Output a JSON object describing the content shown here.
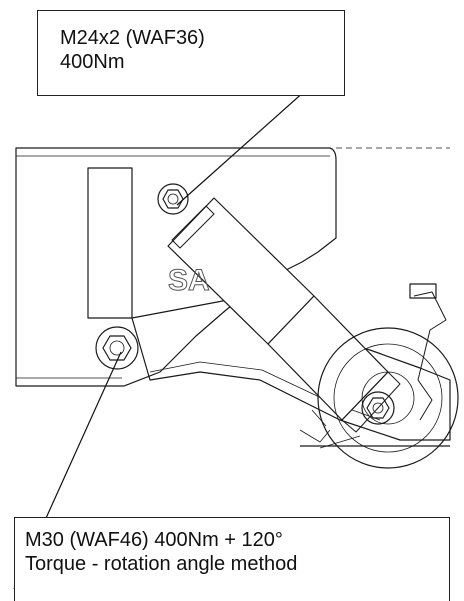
{
  "callouts": {
    "top": {
      "line1": "M24x2 (WAF36)",
      "line2": "400Nm"
    },
    "bottom": {
      "line1": "M30 (WAF46) 400Nm + 120°",
      "line2": "Torque - rotation angle method"
    }
  },
  "drawing": {
    "brand_fragment": "SA",
    "line_color": "#1a1a1a",
    "fill_color": "#ffffff"
  }
}
